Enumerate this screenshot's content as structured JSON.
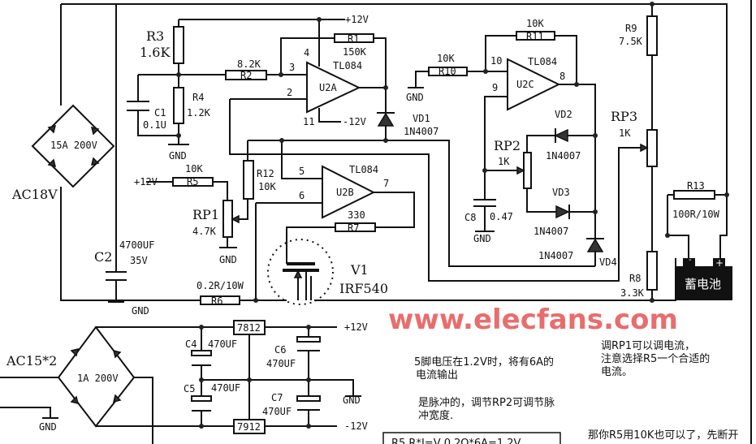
{
  "watermark": "www.elecfans.com",
  "power_in": {
    "ac_main": "AC18V",
    "bridge_main": "15A 200V",
    "ac_aux": "AC15*2",
    "bridge_aux": "1A 200V"
  },
  "labels": {
    "gnd": "GND",
    "p12": "+12V",
    "m12": "-12V",
    "r1": "R1",
    "r1_val": "150K",
    "r2": "R2",
    "r2_val": "8.2K",
    "r3": "R3",
    "r3_val": "1.6K",
    "r4": "R4",
    "r4_val": "1.2K",
    "c1": "C1",
    "c1_val": "0.1U",
    "u2a": "U2A",
    "u2b": "U2B",
    "u2c": "U2C",
    "tl084": "TL084",
    "pin3": "3",
    "pin2": "2",
    "pin4": "4",
    "pin11": "11",
    "pin5": "5",
    "pin6": "6",
    "pin7": "7",
    "pin10": "10",
    "pin9": "9",
    "pin8": "8",
    "vd1": "VD1",
    "vd2": "VD2",
    "vd3": "VD3",
    "vd4": "VD4",
    "diode": "1N4007",
    "r10": "R10",
    "r10_val": "10K",
    "r11": "R11",
    "r11_val": "10K",
    "rp2": "RP2",
    "rp2_val": "1K",
    "c8": "C8",
    "c8_val": "0.47",
    "rp3": "RP3",
    "rp3_val": "1K",
    "r9": "R9",
    "r9_val": "7.5K",
    "r8": "R8",
    "r8_val": "3.3K",
    "r13": "R13",
    "r13_val": "100R/10W",
    "battery": "蓄电池",
    "bat_minus": "-",
    "bat_plus": "+",
    "r5": "R5",
    "r5_val": "10K",
    "rp1": "RP1",
    "rp1_val": "4.7K",
    "r12": "R12",
    "r12_val": "10K",
    "r7": "R7",
    "r7_val": "330",
    "v1": "V1",
    "v1_val": "IRF540",
    "r6": "R6",
    "r6_val": "0.2R/10W",
    "c2": "C2",
    "c2_val": "4700UF",
    "c2_v": "35V",
    "c4": "C4",
    "c5": "C5",
    "c6": "C6",
    "c7": "C7",
    "cap470": "470UF",
    "reg_pos": "7812",
    "reg_neg": "7912"
  },
  "notes": {
    "pin5_a": "5脚电压在1.2V时，将有6A的",
    "pin5_b": "电流输出",
    "pulse_a": "是脉冲的，调节RP2可调节脉",
    "pulse_b": "冲宽度.",
    "rp1_a": "调RP1可以调电流，",
    "rp1_b": "注意选择R5一个合适的",
    "rp1_c": "电流。",
    "formula": "R5   R*I=V  0.2Ω*6A=1.2V",
    "r5_note": "那你R5用10K也可以了，先断开"
  }
}
